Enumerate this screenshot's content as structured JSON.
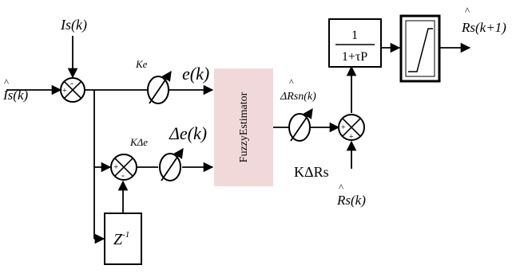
{
  "signals": {
    "is_hat_k": "Is(k)",
    "is_hat_caret": "^",
    "is_k": "Is(k)",
    "ke": "Ke",
    "e_k": "e(k)",
    "k_delta_e": "KΔe",
    "delta_e_k": "Δe(k)",
    "delta_rsn_k": "ΔRsn(k)",
    "delta_rsn_caret": "^",
    "k_delta_rs": "KΔRs",
    "rs_hat_k": "Rs(k)",
    "rs_hat_caret": "^",
    "rs_hat_k1": "Rs(k+1)",
    "rs_hat_k1_caret": "^"
  },
  "blocks": {
    "fuzzy_estimator": "FuzzyEstimator",
    "delay": "Z-1",
    "delay_base": "Z",
    "delay_exp": "-1",
    "filter_num": "1",
    "filter_den": "1+τP"
  },
  "summing_signs": {
    "s1_top": "-",
    "s1_left": "+",
    "s2_left": "+",
    "s2_bottom": "-",
    "s3_left": "+",
    "s3_bottom": "+"
  },
  "colors": {
    "fuzzy_fill": "#f2d9d9",
    "lines": "#000000"
  }
}
